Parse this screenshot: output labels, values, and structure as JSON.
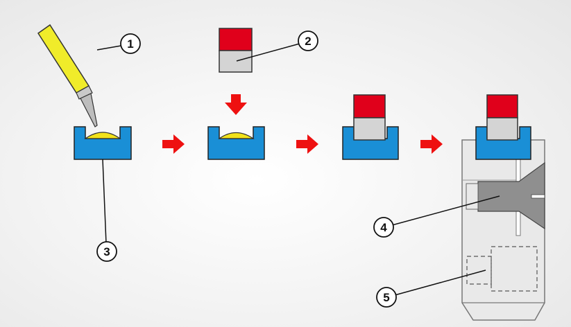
{
  "callouts": {
    "c1": "1",
    "c2": "2",
    "c3": "3",
    "c4": "4",
    "c5": "5"
  },
  "colors": {
    "container_blue": "#1a8fd6",
    "adhesive_yellow": "#f2e21a",
    "tube_yellow": "#f0ec2a",
    "cap_red": "#e0001b",
    "arrow_red": "#ee1111",
    "part_gray": "#d4d4d4",
    "machine_gray": "#e9e9e9",
    "nozzle_dark": "#8f8f8f"
  }
}
